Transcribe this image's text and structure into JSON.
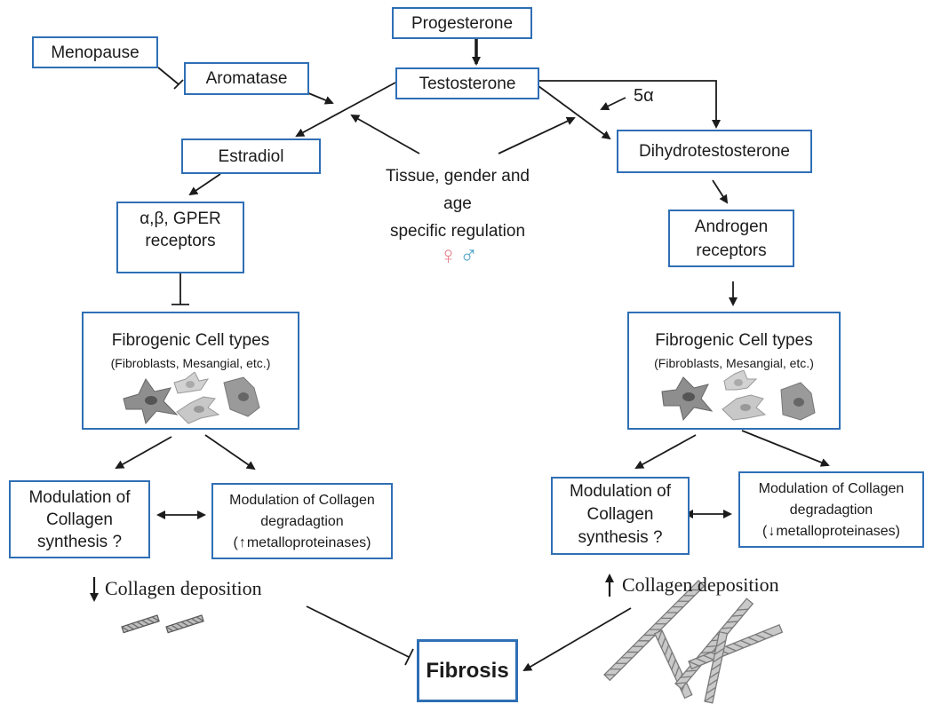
{
  "nodes": {
    "progesterone": "Progesterone",
    "menopause": "Menopause",
    "aromatase": "Aromatase",
    "testosterone": "Testosterone",
    "five_alpha": "5α",
    "estradiol": "Estradiol",
    "dihydrotestosterone": "Dihydrotestosterone",
    "center_line1": "Tissue, gender and",
    "center_line2": "age",
    "center_line3": "specific regulation",
    "female_symbol": "♀",
    "male_symbol": "♂",
    "receptors_left_line1": "α,β, GPER",
    "receptors_left_line2": "receptors",
    "receptors_right_line1": "Androgen",
    "receptors_right_line2": "receptors",
    "fibro_title": "Fibrogenic Cell types",
    "fibro_sub_left": "(Fibroblasts, Mesangial, etc.)",
    "fibro_sub_right": "(Fibroblasts, Mesangial, etc.)",
    "synth_line1": "Modulation of",
    "synth_line2": "Collagen",
    "synth_line3": "synthesis ?",
    "degr_line1": "Modulation of Collagen",
    "degr_line2": "degradagtion",
    "degr_line3": "metalloproteinases)",
    "degr_open_paren": "(",
    "deposition": "Collagen deposition",
    "fibrosis": "Fibrosis"
  },
  "colors": {
    "box_border": "#2f6fb5",
    "female": "#e8848f",
    "male": "#4ea3c9",
    "cell_dark": "#8e8e8e",
    "cell_light": "#d2d2d2"
  },
  "icons": [
    "receptor-y-icon",
    "receptor-pin-icon",
    "receptor-gpcr-icon",
    "androgen-receptor-icon",
    "down-arrow-icon",
    "up-arrow-icon",
    "collagen-fiber-icon",
    "fibroblast-cell-icon"
  ]
}
